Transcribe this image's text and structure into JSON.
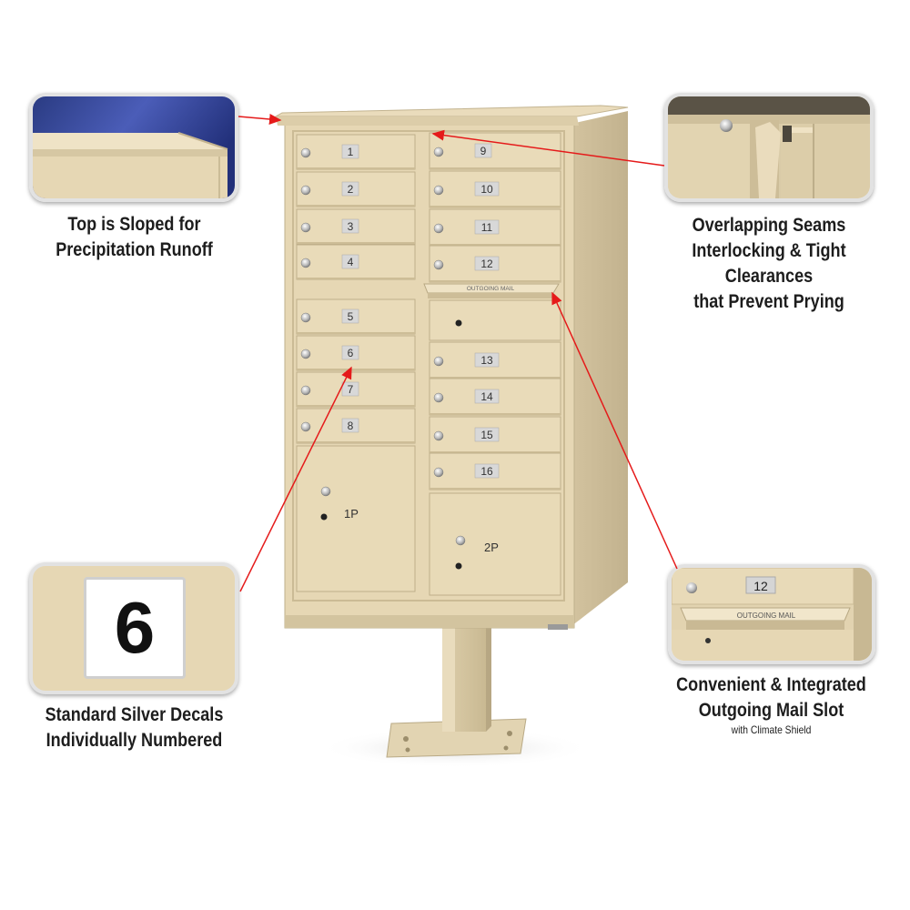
{
  "product": {
    "left_column_numbers": [
      "1",
      "2",
      "3",
      "4",
      "5",
      "6",
      "7",
      "8"
    ],
    "right_upper_numbers": [
      "9",
      "10",
      "11",
      "12"
    ],
    "right_lower_numbers": [
      "13",
      "14",
      "15",
      "16"
    ],
    "parcel_labels": [
      "1P",
      "2P"
    ],
    "outgoing_mail_label": "OUTGOING MAIL",
    "body_color": "#e6d7b4",
    "accent_line_color": "#e51a1a"
  },
  "callouts": {
    "top_left": {
      "caption_line1": "Top is Sloped for",
      "caption_line2": "Precipitation Runoff",
      "icon": "sloped-top-photo"
    },
    "top_right": {
      "caption_line1": "Overlapping Seams",
      "caption_line2": "Interlocking & Tight Clearances",
      "caption_line3": "that Prevent Prying",
      "icon": "seam-closeup-photo"
    },
    "bottom_left": {
      "decal_number": "6",
      "caption_line1": "Standard Silver Decals",
      "caption_line2": "Individually Numbered",
      "icon": "decal-closeup-photo"
    },
    "bottom_right": {
      "decal_number": "12",
      "slot_label": "OUTGOING MAIL",
      "caption_line1": "Convenient & Integrated",
      "caption_line2": "Outgoing Mail Slot",
      "caption_sub": "with Climate Shield",
      "icon": "mail-slot-closeup-photo"
    }
  }
}
